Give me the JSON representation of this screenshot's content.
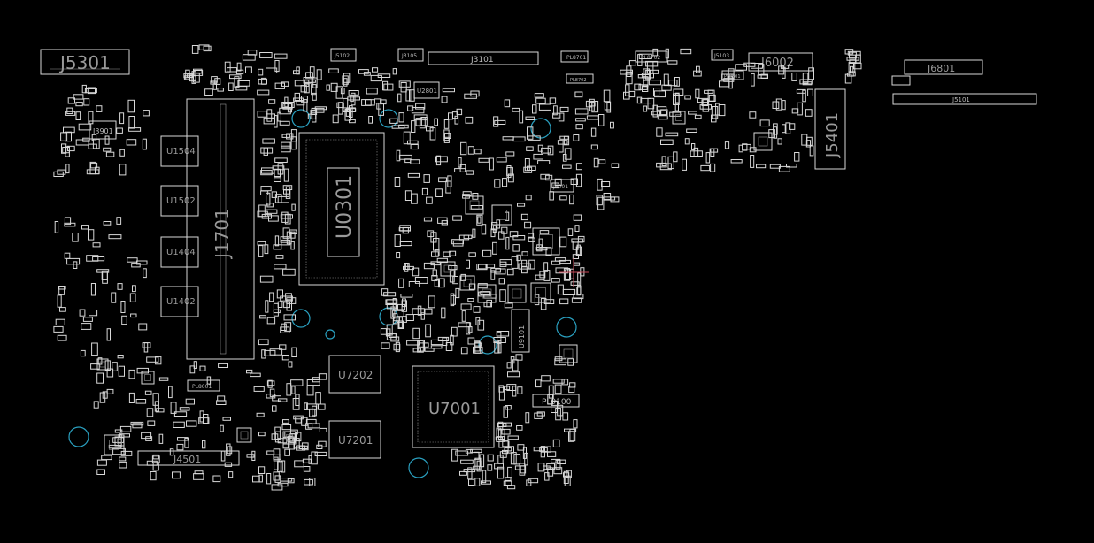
{
  "board": {
    "background": "#000000",
    "outline_color": "#d8d8d8",
    "label_color": "#9a9a9a",
    "mounting_hole_color": "#2aa0c0",
    "cursor_color": "#c84a5a"
  },
  "labels": {
    "j5301": "J5301",
    "j3901": "J3901",
    "j1701": "J1701",
    "u1504": "U1504",
    "u1502": "U1502",
    "u1404": "U1404",
    "u1402": "U1402",
    "u0301": "U0301",
    "u7202": "U7202",
    "u7201": "U7201",
    "u7001": "U7001",
    "j4501": "J4501",
    "j3101": "J3101",
    "j5102": "J5102",
    "j3105": "J3105",
    "u2801": "U2801",
    "pl8701": "PL8701",
    "pl8702": "PL8702",
    "pl8702b": "PL8702",
    "j5103": "J5103",
    "j6002": "J6002",
    "pl8801": "PL8801",
    "j5401": "J5401",
    "j6801": "J6801",
    "j5101": "J5101",
    "j6001": "J6001",
    "pl9100": "PL9100",
    "u9101": "U9101",
    "pl8001": "PL8001"
  }
}
